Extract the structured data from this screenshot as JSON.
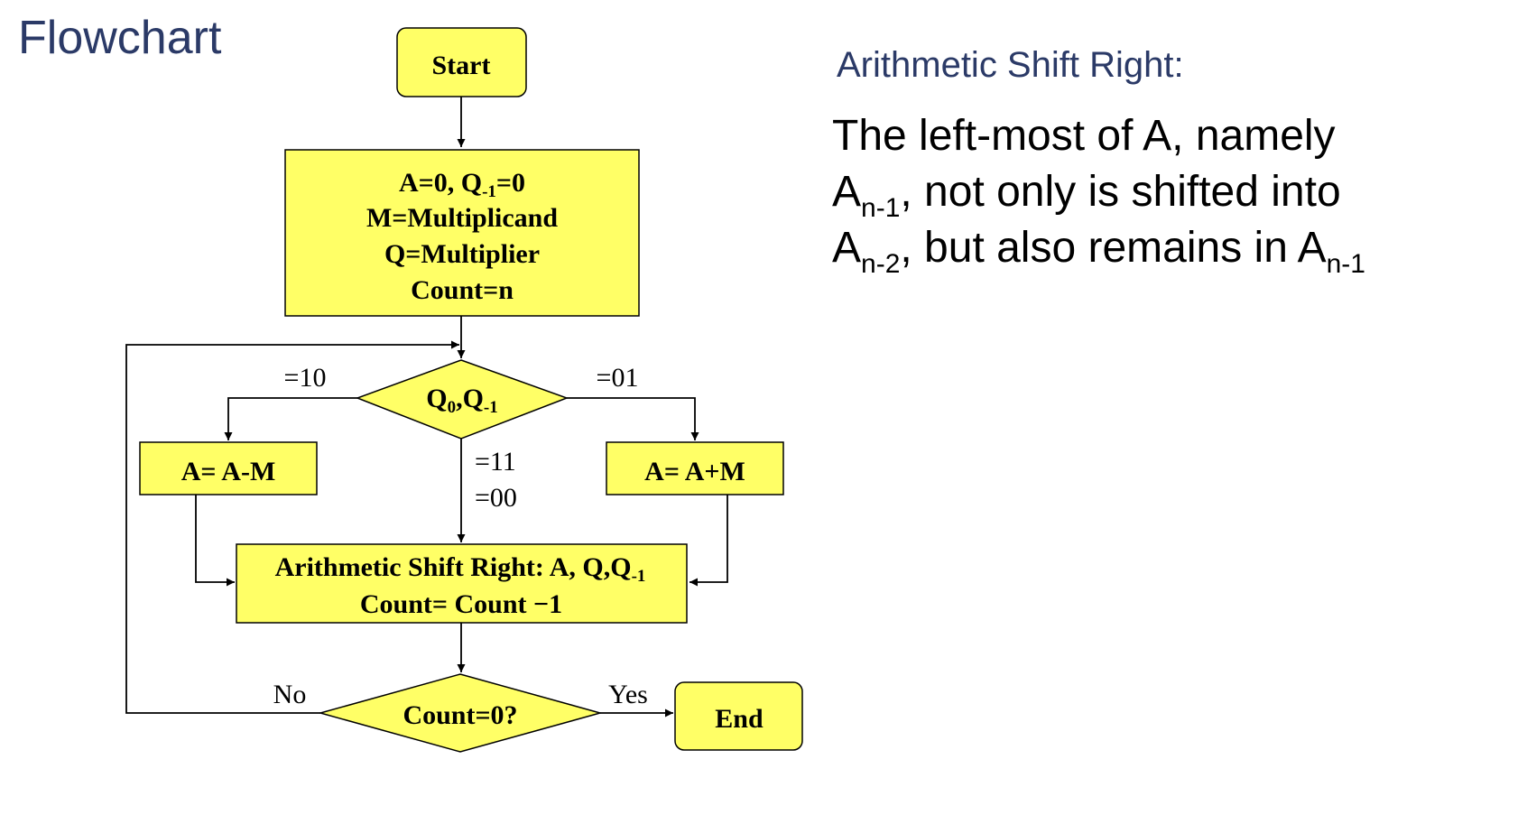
{
  "title": "Flowchart",
  "notes": {
    "heading": "Arithmetic Shift Right:",
    "line1": "The left-most of A, namely",
    "line2_a": "A",
    "line2_sub": "n-1",
    "line2_b": ", not only is shifted into",
    "line3_a": "A",
    "line3_sub": "n-2",
    "line3_b": ", but also remains in A",
    "line3_sub2": "n-1"
  },
  "flowchart": {
    "colors": {
      "node_fill": "#ffff66",
      "stroke": "#000000"
    },
    "start": "Start",
    "init": {
      "line1_a": "A=0, Q",
      "line1_sub": "-1",
      "line1_b": "=0",
      "line2": "M=Multiplicand",
      "line3": "Q=Multiplier",
      "line4": "Count=n"
    },
    "decision_bits": {
      "q": "Q",
      "q_sub": "0",
      "sep": ",Q",
      "q1_sub": "-1"
    },
    "subtract": "A= A-M",
    "add": "A= A+M",
    "shift": {
      "line1_a": "Arithmetic Shift Right: A, Q,Q",
      "line1_sub": "-1",
      "line2": "Count= Count −1"
    },
    "decision_count": "Count=0?",
    "end": "End",
    "edge_labels": {
      "left": "=10",
      "right": "=01",
      "down1": "=11",
      "down2": "=00",
      "no": "No",
      "yes": "Yes"
    }
  }
}
